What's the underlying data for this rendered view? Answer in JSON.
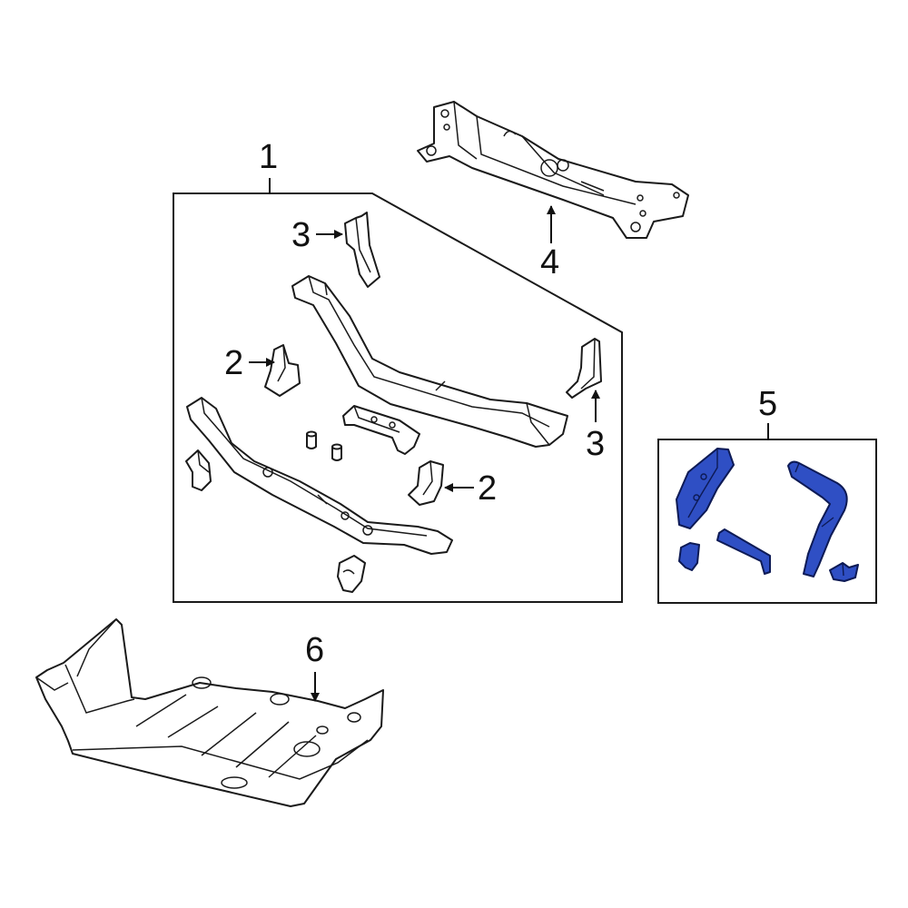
{
  "callouts": {
    "c1": "1",
    "c2a": "2",
    "c2b": "2",
    "c3a": "3",
    "c3b": "3",
    "c4": "4",
    "c5": "5",
    "c6": "6"
  },
  "colors": {
    "line": "#1a1a1a",
    "highlight_fill": "#2f4fc4",
    "highlight_stroke": "#0d1a55",
    "background": "#ffffff"
  }
}
